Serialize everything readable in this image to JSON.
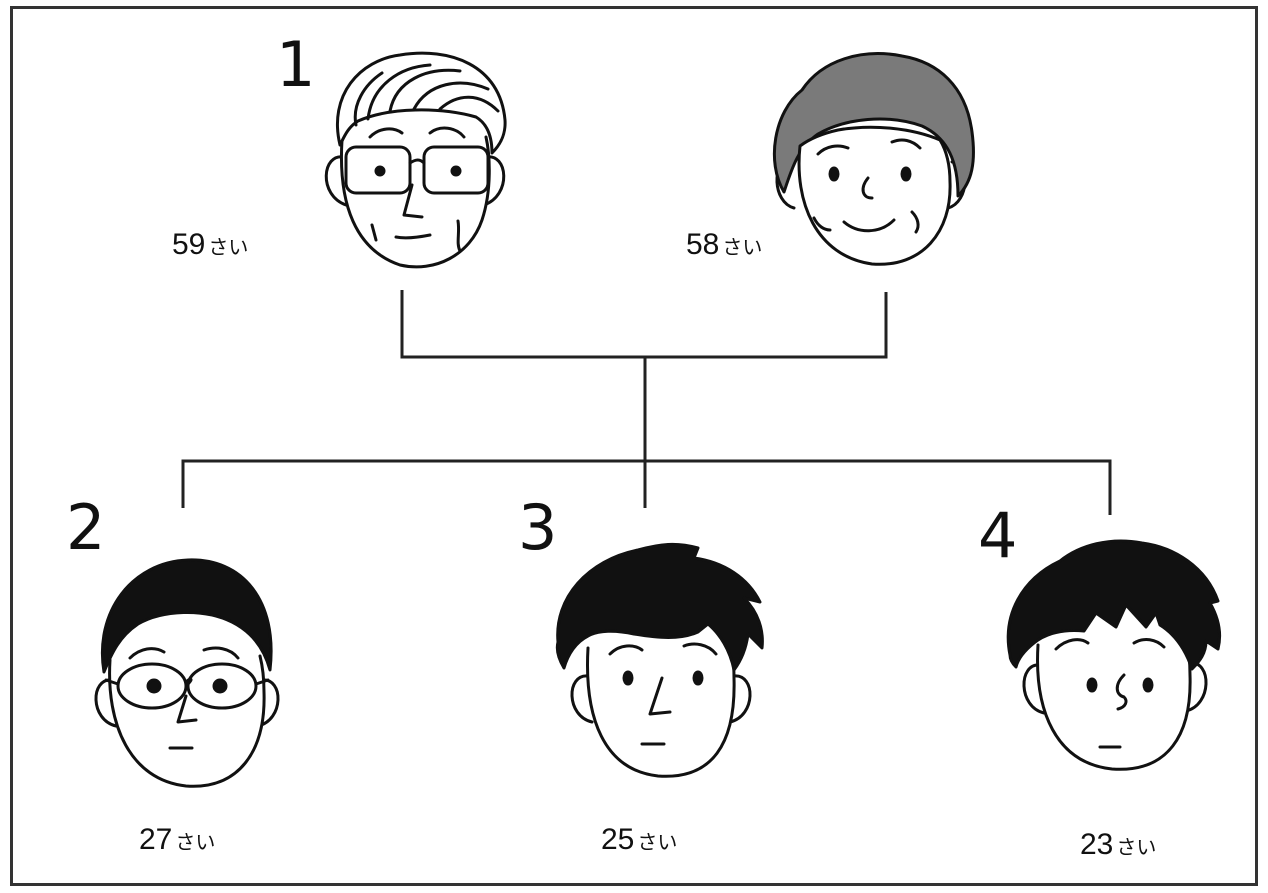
{
  "labels": {
    "group1": "1",
    "son_eldest": "2",
    "son_middle": "3",
    "son_youngest": "4"
  },
  "ages": {
    "father": {
      "number": "59",
      "unit": "さい"
    },
    "mother": {
      "number": "58",
      "unit": "さい"
    },
    "son_eldest": {
      "number": "27",
      "unit": "さい"
    },
    "son_middle": {
      "number": "25",
      "unit": "さい"
    },
    "son_youngest": {
      "number": "23",
      "unit": "さい"
    }
  },
  "icons": {
    "father": "elderly-man-with-glasses-icon",
    "mother": "elderly-woman-curly-hair-icon",
    "son_eldest": "young-man-with-glasses-icon",
    "son_middle": "young-man-spiky-hair-icon",
    "son_youngest": "young-man-messy-hair-icon"
  }
}
